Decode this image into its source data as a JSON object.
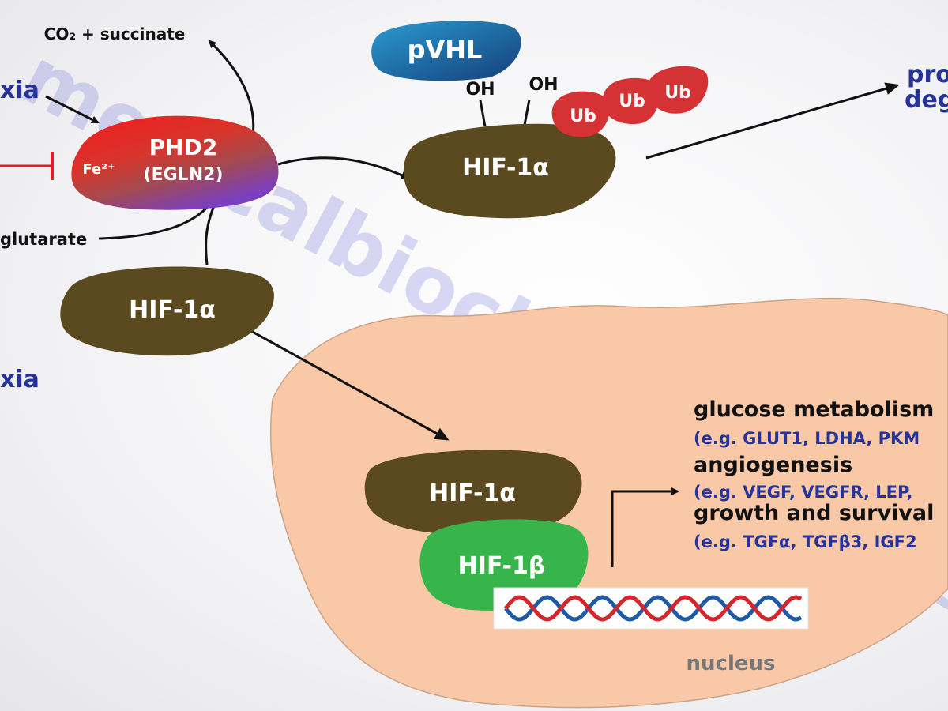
{
  "colors": {
    "hif1a": "#5b4a1f",
    "hif1b": "#38b54a",
    "ub": "#d43234",
    "pvhl": "#1e6ea8",
    "nucleus": "#f9c8a6",
    "blue_text": "#26349a",
    "dark_text": "#111111",
    "inhibit": "#d81f2a"
  },
  "labels": {
    "co2_succinate": "CO₂ + succinate",
    "hypoxia_top": "xia",
    "hypoxia_bottom": "xia",
    "glutarate": "glutarate",
    "phd2": "PHD2",
    "egln2": "(EGLN2)",
    "fe": "Fe²⁺",
    "pvhl": "pVHL",
    "oh1": "OH",
    "oh2": "OH",
    "ub1": "Ub",
    "ub2": "Ub",
    "ub3": "Ub",
    "hif_top": "HIF-1α",
    "hif_left": "HIF-1α",
    "hif_nuc": "HIF-1α",
    "hif_beta": "HIF-1β",
    "prot1": "pro",
    "prot2": "deg",
    "nucleus": "nucleus"
  },
  "genes": [
    {
      "title": "glucose metabolism",
      "examples": "(e.g. GLUT1, LDHA, PKM"
    },
    {
      "title": "angiogenesis",
      "examples": "(e.g. VEGF, VEGFR, LEP,"
    },
    {
      "title": "growth and survival",
      "examples": "(e.g. TGFα, TGFβ3, IGF2"
    }
  ],
  "watermark": {
    "line1": "medicalbiochemistrypage",
    "line2": ""
  }
}
